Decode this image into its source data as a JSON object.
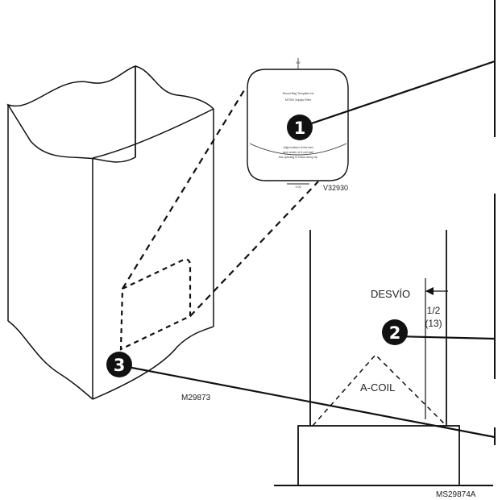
{
  "labels": {
    "desvio": "DESVÍO",
    "offset_fraction": "1/2",
    "offset_mm": "(13)",
    "coil": "A-COIL",
    "fig_left": "M29873",
    "fig_template": "V32930",
    "fig_right": "MS29874A"
  },
  "callouts": [
    "1",
    "2",
    "3"
  ],
  "template_text": {
    "top_mark": "5.5",
    "line1": "Mount Bag Template Ins",
    "line2": "MT200 Supply Filter",
    "line3": "Align bottom of the bed",
    "line4": "and center of A coil wall",
    "line5": "line opening to reach dump tip",
    "bottom_mark": "2.00"
  }
}
